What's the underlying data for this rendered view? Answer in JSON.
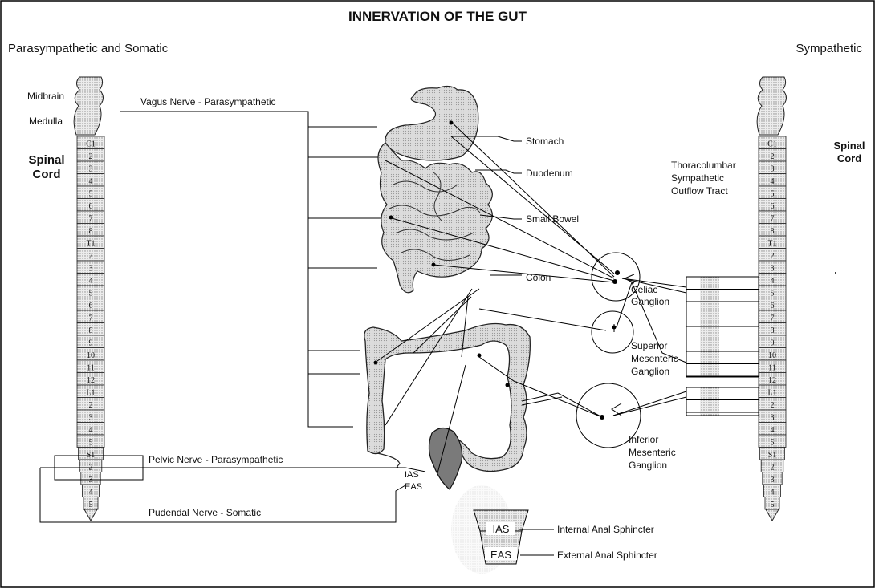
{
  "title": "INNERVATION OF THE GUT",
  "left_heading": "Parasympathetic and Somatic",
  "right_heading": "Sympathetic",
  "left_cord": {
    "midbrain": "Midbrain",
    "medulla": "Medulla",
    "spinal_label_1": "Spinal",
    "spinal_label_2": "Cord"
  },
  "right_cord": {
    "spinal_label_1": "Spinal",
    "spinal_label_2": "Cord"
  },
  "segments": [
    "C1",
    "2",
    "3",
    "4",
    "5",
    "6",
    "7",
    "8",
    "T1",
    "2",
    "3",
    "4",
    "5",
    "6",
    "7",
    "8",
    "9",
    "10",
    "11",
    "12",
    "L1",
    "2",
    "3",
    "4",
    "5",
    "S1",
    "2",
    "3",
    "4",
    "5"
  ],
  "nerves": {
    "vagus": "Vagus Nerve - Parasympathetic",
    "pelvic": "Pelvic Nerve - Parasympathetic",
    "pudendal": "Pudendal Nerve  - Somatic"
  },
  "organs": {
    "stomach": "Stomach",
    "duodenum": "Duodenum",
    "small_bowel": "Small Bowel",
    "colon": "Colon"
  },
  "tract": {
    "line1": "Thoracolumbar",
    "line2": "Sympathetic",
    "line3": "Outflow Tract"
  },
  "ganglia": {
    "celiac": [
      "Celiac",
      "Ganglion"
    ],
    "superior": [
      "Superior",
      "Mesenteric",
      "Ganglion"
    ],
    "inferior": [
      "Inferior",
      "Mesenteric",
      "Ganglion"
    ]
  },
  "sphincters": {
    "ias_abbr": "IAS",
    "eas_abbr": "EAS",
    "internal": "Internal Anal Sphincter",
    "external": "External Anal Sphincter"
  }
}
